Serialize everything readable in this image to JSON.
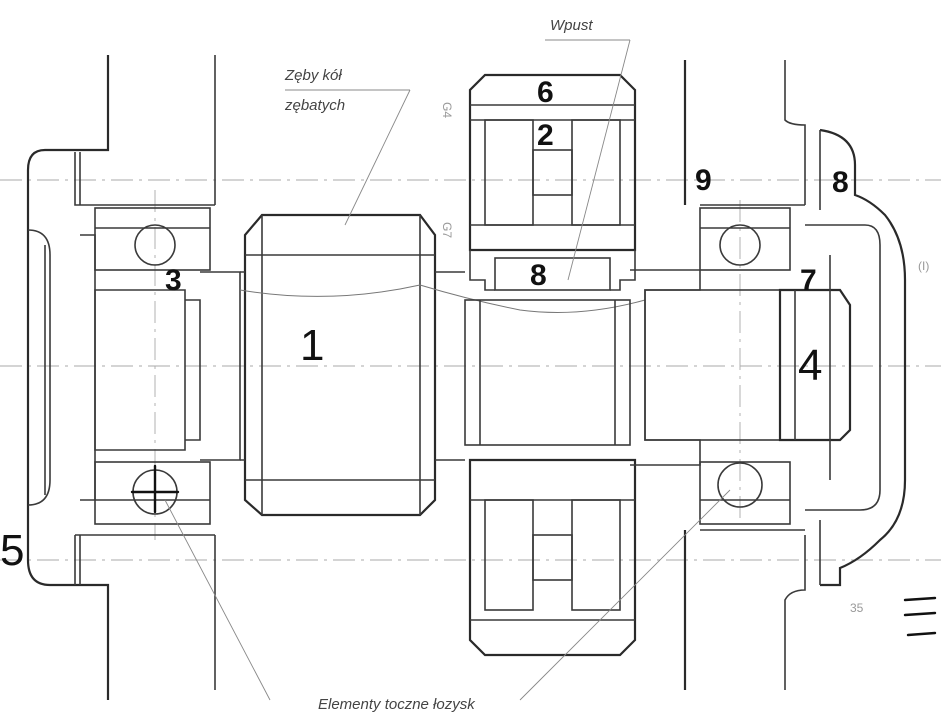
{
  "labels": {
    "wpust": "Wpust",
    "zeby_line1": "Zęby kół",
    "zeby_line2": "zębatych",
    "elementy": "Elementy toczne łozysk"
  },
  "part_numbers": {
    "shaft_gear": "1",
    "gear_wheel": "2",
    "bearing_left": "3",
    "shaft_end": "4",
    "housing_cover": "5",
    "gear_rim": "6",
    "bearing_right": "7",
    "key": "8",
    "housing_right": "9",
    "cover_right": "8"
  },
  "pencil_marks": {
    "m1": "G4",
    "m2": "G7",
    "m3": "35",
    "m4": "(I)"
  }
}
